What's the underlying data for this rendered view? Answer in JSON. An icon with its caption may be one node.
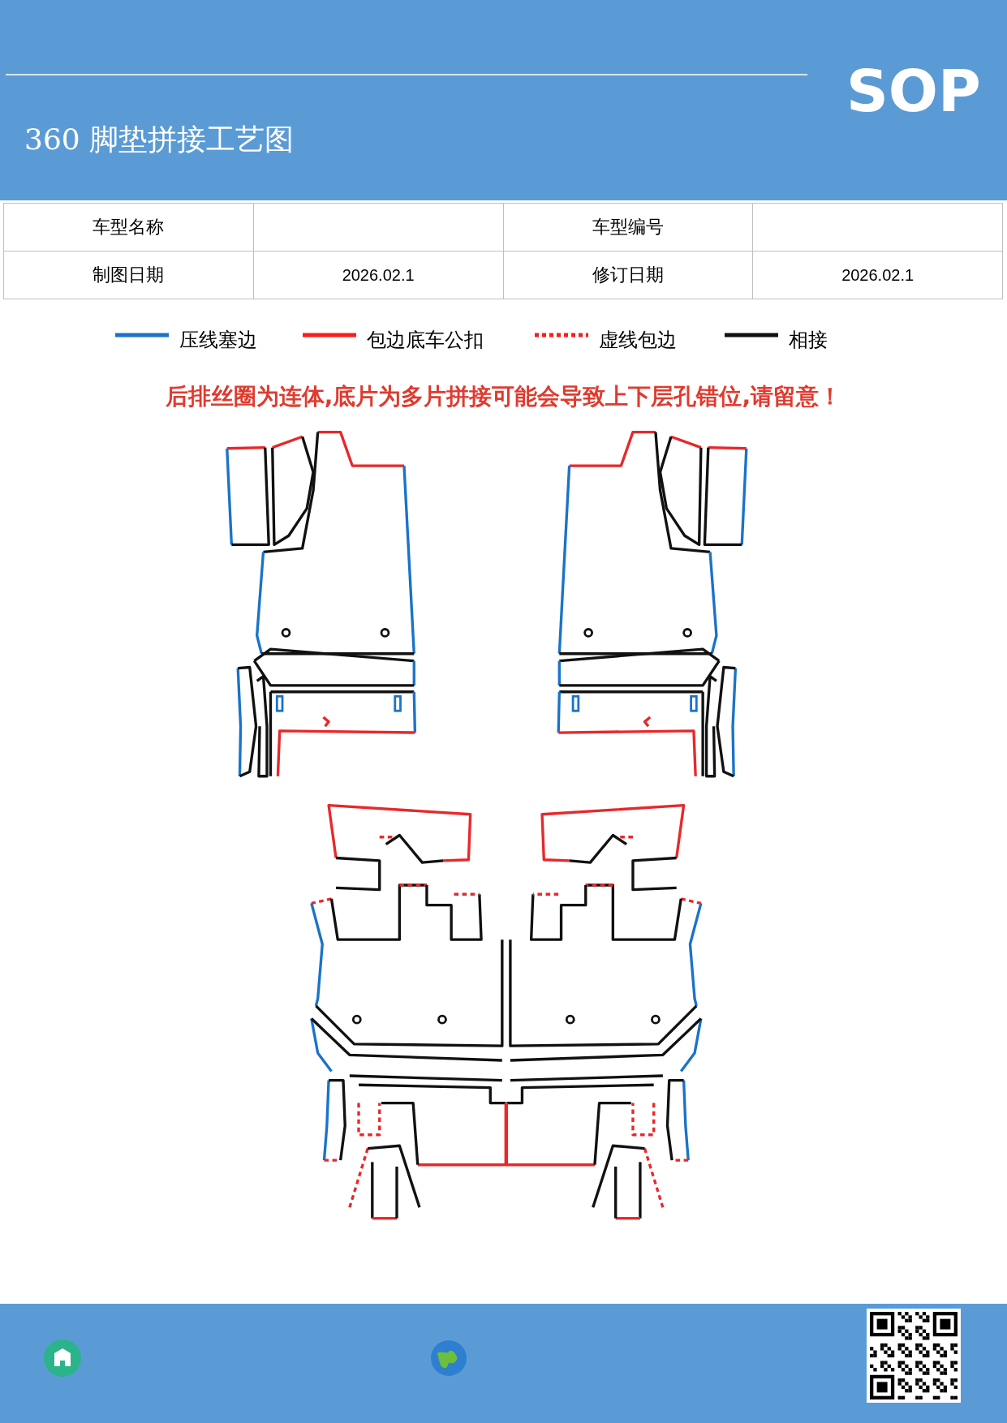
{
  "diagram": {
    "title": "360 脚垫拼接工艺图",
    "labels": [
      "SOP",
      "车型名称",
      "车型编号",
      "制图日期",
      "2026.02.1",
      "修订日期",
      "2026.02.1",
      "后排丝圈为连体,底片为多片拼接可能会导致上下层孔错位,请留意！"
    ],
    "legend": [
      {
        "text": "压线塞边"
      },
      {
        "text": "包边底车公扣"
      },
      {
        "text": "虚线包边"
      },
      {
        "text": "相接"
      }
    ]
  }
}
